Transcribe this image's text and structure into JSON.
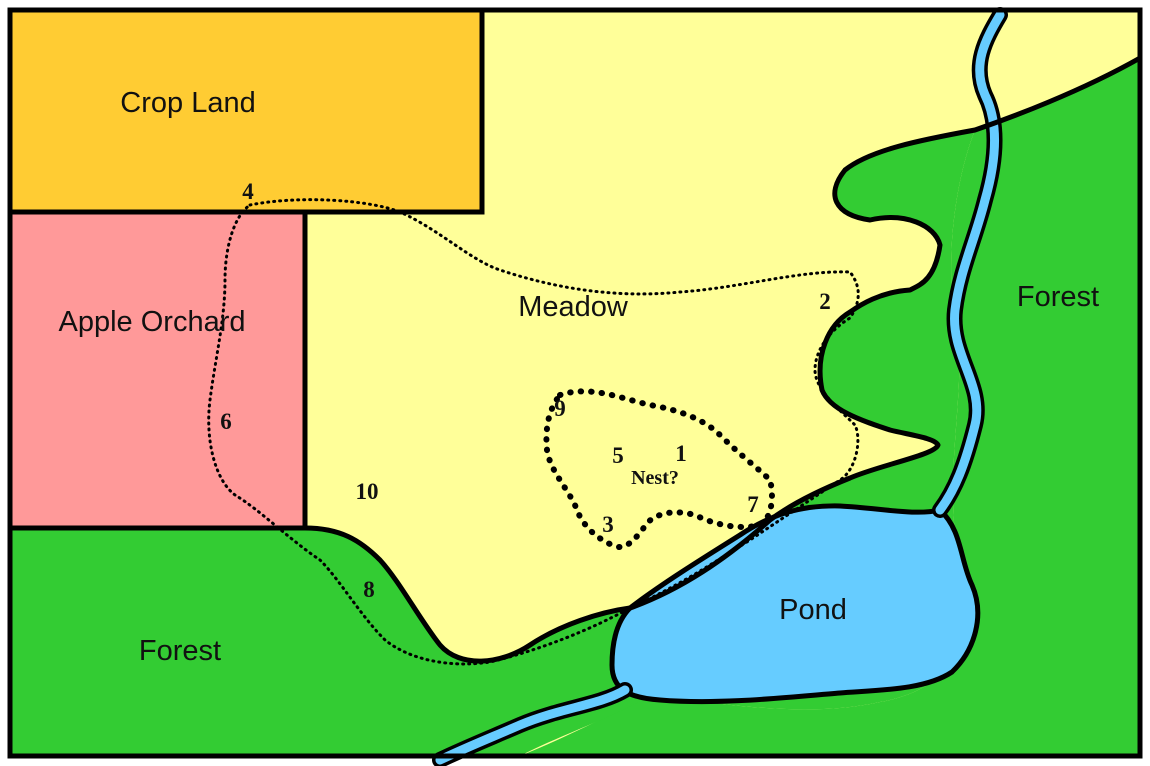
{
  "colors": {
    "crop_land": "#FFCC33",
    "apple_orchard": "#FF9999",
    "meadow": "#FFFF99",
    "forest": "#33CC33",
    "water": "#66CCFF",
    "outline": "#000000"
  },
  "regions": {
    "crop_land": "Crop Land",
    "apple_orchard": "Apple Orchard",
    "meadow": "Meadow",
    "forest_east": "Forest",
    "forest_west": "Forest",
    "pond": "Pond"
  },
  "points": {
    "p1": "1",
    "p2": "2",
    "p3": "3",
    "p4": "4",
    "p5": "5",
    "p6": "6",
    "p7": "7",
    "p8": "8",
    "p9": "9",
    "p10": "10"
  },
  "nest_label": "Nest?"
}
